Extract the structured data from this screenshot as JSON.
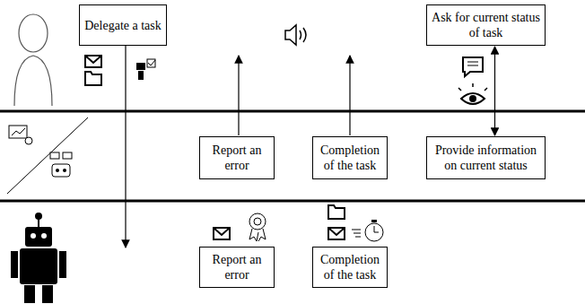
{
  "diagram": {
    "nodes": [
      {
        "text": [
          "Delegate a task"
        ]
      },
      {
        "text": [
          "Ask for current status of task"
        ]
      },
      {
        "text": [
          "Report an error"
        ]
      },
      {
        "text": [
          "Completion of the task"
        ]
      },
      {
        "text": [
          "Provide information on current status"
        ]
      },
      {
        "text": [
          "Report an error"
        ]
      },
      {
        "text": [
          "Completion of the task"
        ]
      }
    ],
    "edges": [
      {
        "from": 1,
        "to": 4,
        "arrow": "both"
      }
    ]
  }
}
